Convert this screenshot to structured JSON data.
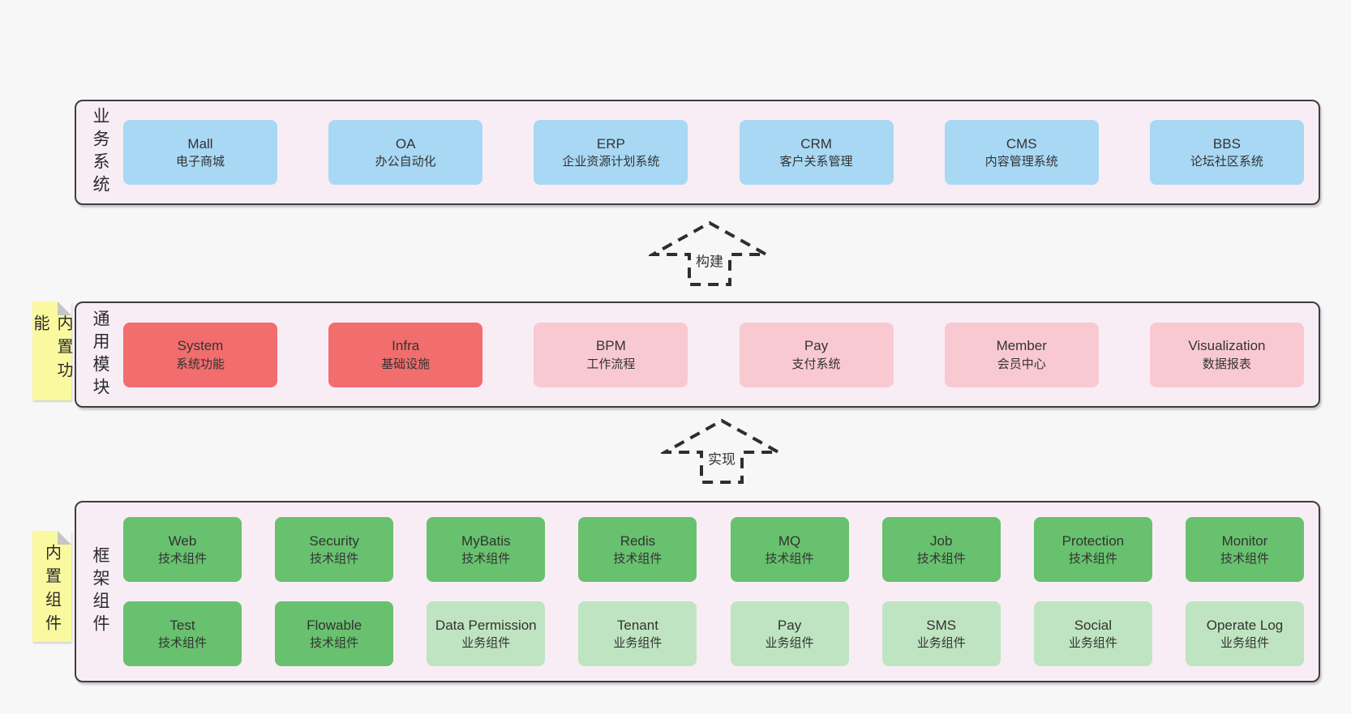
{
  "colors": {
    "page_bg": "#f7f7f7",
    "panel_bg": "#f8edf5",
    "panel_border": "#3d3d3d",
    "blue_box": "#a8d8f4",
    "red_box": "#f26d6d",
    "pink_box": "#f9c9d2",
    "green_box": "#68c16e",
    "light_green_box": "#bfe4c1",
    "sticky_note": "#fbf9a0"
  },
  "arrows": {
    "build": "构建",
    "implement": "实现"
  },
  "business": {
    "label": "业务系统",
    "boxes": [
      {
        "title": "Mall",
        "subtitle": "电子商城"
      },
      {
        "title": "OA",
        "subtitle": "办公自动化"
      },
      {
        "title": "ERP",
        "subtitle": "企业资源计划系统"
      },
      {
        "title": "CRM",
        "subtitle": "客户关系管理"
      },
      {
        "title": "CMS",
        "subtitle": "内容管理系统"
      },
      {
        "title": "BBS",
        "subtitle": "论坛社区系统"
      }
    ]
  },
  "modules": {
    "label": "通用模块",
    "note": "内置功能",
    "boxes": [
      {
        "title": "System",
        "subtitle": "系统功能"
      },
      {
        "title": "Infra",
        "subtitle": "基础设施"
      },
      {
        "title": "BPM",
        "subtitle": "工作流程"
      },
      {
        "title": "Pay",
        "subtitle": "支付系统"
      },
      {
        "title": "Member",
        "subtitle": "会员中心"
      },
      {
        "title": "Visualization",
        "subtitle": "数据报表"
      }
    ]
  },
  "components": {
    "label": "框架组件",
    "note": "内置组件",
    "row1": [
      {
        "title": "Web",
        "subtitle": "技术组件"
      },
      {
        "title": "Security",
        "subtitle": "技术组件"
      },
      {
        "title": "MyBatis",
        "subtitle": "技术组件"
      },
      {
        "title": "Redis",
        "subtitle": "技术组件"
      },
      {
        "title": "MQ",
        "subtitle": "技术组件"
      },
      {
        "title": "Job",
        "subtitle": "技术组件"
      },
      {
        "title": "Protection",
        "subtitle": "技术组件"
      },
      {
        "title": "Monitor",
        "subtitle": "技术组件"
      }
    ],
    "row2": [
      {
        "title": "Test",
        "subtitle": "技术组件"
      },
      {
        "title": "Flowable",
        "subtitle": "技术组件"
      },
      {
        "title": "Data Permission",
        "subtitle": "业务组件"
      },
      {
        "title": "Tenant",
        "subtitle": "业务组件"
      },
      {
        "title": "Pay",
        "subtitle": "业务组件"
      },
      {
        "title": "SMS",
        "subtitle": "业务组件"
      },
      {
        "title": "Social",
        "subtitle": "业务组件"
      },
      {
        "title": "Operate Log",
        "subtitle": "业务组件"
      }
    ]
  }
}
